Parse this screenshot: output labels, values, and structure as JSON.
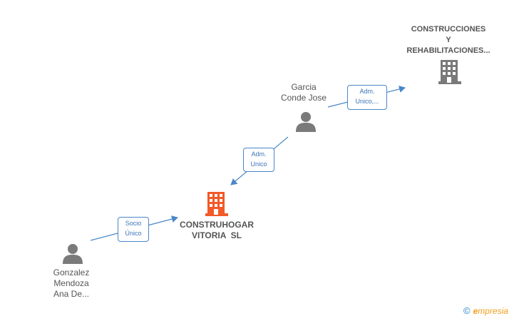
{
  "colors": {
    "edge": "#4a86c8",
    "person": "#7a7a7a",
    "building_main": "#f15a29",
    "building_other": "#7a7a7a",
    "brand_copyright": "#1f7fc4",
    "brand_text": "#f0a020"
  },
  "nodes": {
    "company_main": {
      "line1": "CONSTRUHOGAR",
      "line2": "VITORIA  SL",
      "icon": "building-icon"
    },
    "company_other": {
      "line1": "CONSTRUCCIONES",
      "line2": "Y",
      "line3": "REHABILITACIONES...",
      "icon": "building-icon"
    },
    "person_garcia": {
      "line1": "Garcia",
      "line2": "Conde Jose",
      "icon": "person-icon"
    },
    "person_gonzalez": {
      "line1": "Gonzalez",
      "line2": "Mendoza",
      "line3": "Ana De...",
      "icon": "person-icon"
    }
  },
  "edges": {
    "garcia_to_other": {
      "line1": "Adm.",
      "line2": "Unico,..."
    },
    "garcia_to_main": {
      "line1": "Adm.",
      "line2": "Unico"
    },
    "gonzalez_to_main": {
      "line1": "Socio",
      "line2": "Único"
    }
  },
  "brand": {
    "copyright": "©",
    "initial": "e",
    "name": "mpresia"
  }
}
